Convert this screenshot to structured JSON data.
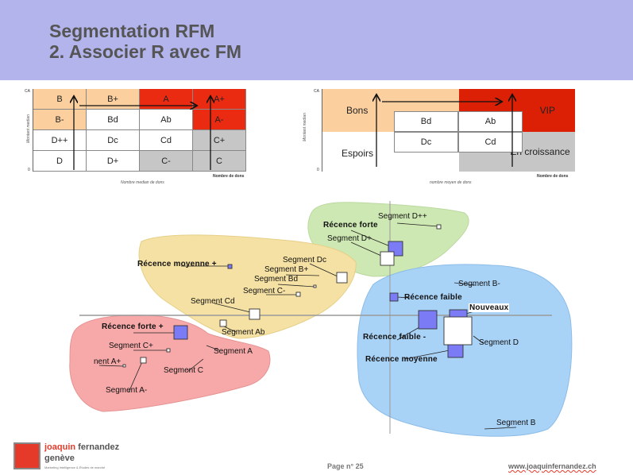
{
  "header": {
    "title_line1": "Segmentation RFM",
    "title_line2": "2. Associer R avec FM",
    "background": "#b3b4ec"
  },
  "left_matrix": {
    "y_axis_top": "CA",
    "y_axis_zero": "0",
    "y_axis_label": "Montant median",
    "x_axis_end": "Nombre de dons",
    "x_axis_label": "Nombre median de dons",
    "rows": [
      [
        {
          "label": "B",
          "color": "#fccf9f"
        },
        {
          "label": "B+",
          "color": "#fccf9f"
        },
        {
          "label": "A",
          "color": "#ea2b12"
        },
        {
          "label": "A+",
          "color": "#ea2b12"
        }
      ],
      [
        {
          "label": "B-",
          "color": "#fccf9f"
        },
        {
          "label": "Bd",
          "color": "#ffffff"
        },
        {
          "label": "Ab",
          "color": "#ffffff"
        },
        {
          "label": "A-",
          "color": "#ea2b12"
        }
      ],
      [
        {
          "label": "D++",
          "color": "#ffffff"
        },
        {
          "label": "Dc",
          "color": "#ffffff"
        },
        {
          "label": "Cd",
          "color": "#ffffff"
        },
        {
          "label": "C+",
          "color": "#c6c6c6"
        }
      ],
      [
        {
          "label": "D",
          "color": "#ffffff"
        },
        {
          "label": "D+",
          "color": "#ffffff"
        },
        {
          "label": "C-",
          "color": "#c6c6c6"
        },
        {
          "label": "C",
          "color": "#c6c6c6"
        }
      ]
    ]
  },
  "right_matrix": {
    "y_axis_top": "CA",
    "y_axis_zero": "0",
    "y_axis_label": "Montant median",
    "x_axis_end": "Nombre de dons",
    "x_axis_label": "nombre moyen de dons",
    "zones": {
      "bons": "Bons",
      "vip": "VIP",
      "espoirs": "Espoirs",
      "croissance": "En croissance"
    },
    "cells": [
      "Bd",
      "Ab",
      "Dc",
      "Cd"
    ],
    "colors": {
      "bons": "#fccf9f",
      "vip": "#dc2006",
      "espoirs": "#ffffff",
      "croissance": "#c6c6c6"
    }
  },
  "map": {
    "labels": {
      "segment_dpp": "Segment D++",
      "recence_forte": "Récence forte",
      "segment_dp": "Segment D+",
      "recence_moyenne_plus": "Récence moyenne +",
      "segment_dc": "Segment Dc",
      "segment_bp": "Segment B+",
      "segment_bd": "Segment Bd",
      "segment_cm": "Segment C-",
      "segment_cd": "Segment Cd",
      "segment_ab": "Segment Ab",
      "recence_forte_plus": "Récence forte +",
      "segment_cp": "Segment C+",
      "segment_a": "Segment A",
      "segment_ap": "nent A+",
      "segment_c": "Segment C",
      "segment_am": "Segment A-",
      "segment_bm": "Segment B-",
      "recence_faible": "Récence faible",
      "nouveaux": "Nouveaux",
      "recence_faible_minus": "Récence faible -",
      "segment_d": "Segment D",
      "recence_moyenne": "Récence moyenne",
      "segment_b": "Segment B"
    },
    "colors": {
      "green": "#cde8b2",
      "yellow": "#f5e1a3",
      "red": "#f7a9a9",
      "blue": "#a9d2f7",
      "marker": "#7b7bf5"
    }
  },
  "footer": {
    "logo_first": "joaquin",
    "logo_last": "fernandez",
    "logo_city": "genève",
    "logo_tagline": "Marketing Intelligence & Études de marché",
    "page_label": "Page n° 25",
    "website": "www.joaquinfernandez.ch"
  }
}
